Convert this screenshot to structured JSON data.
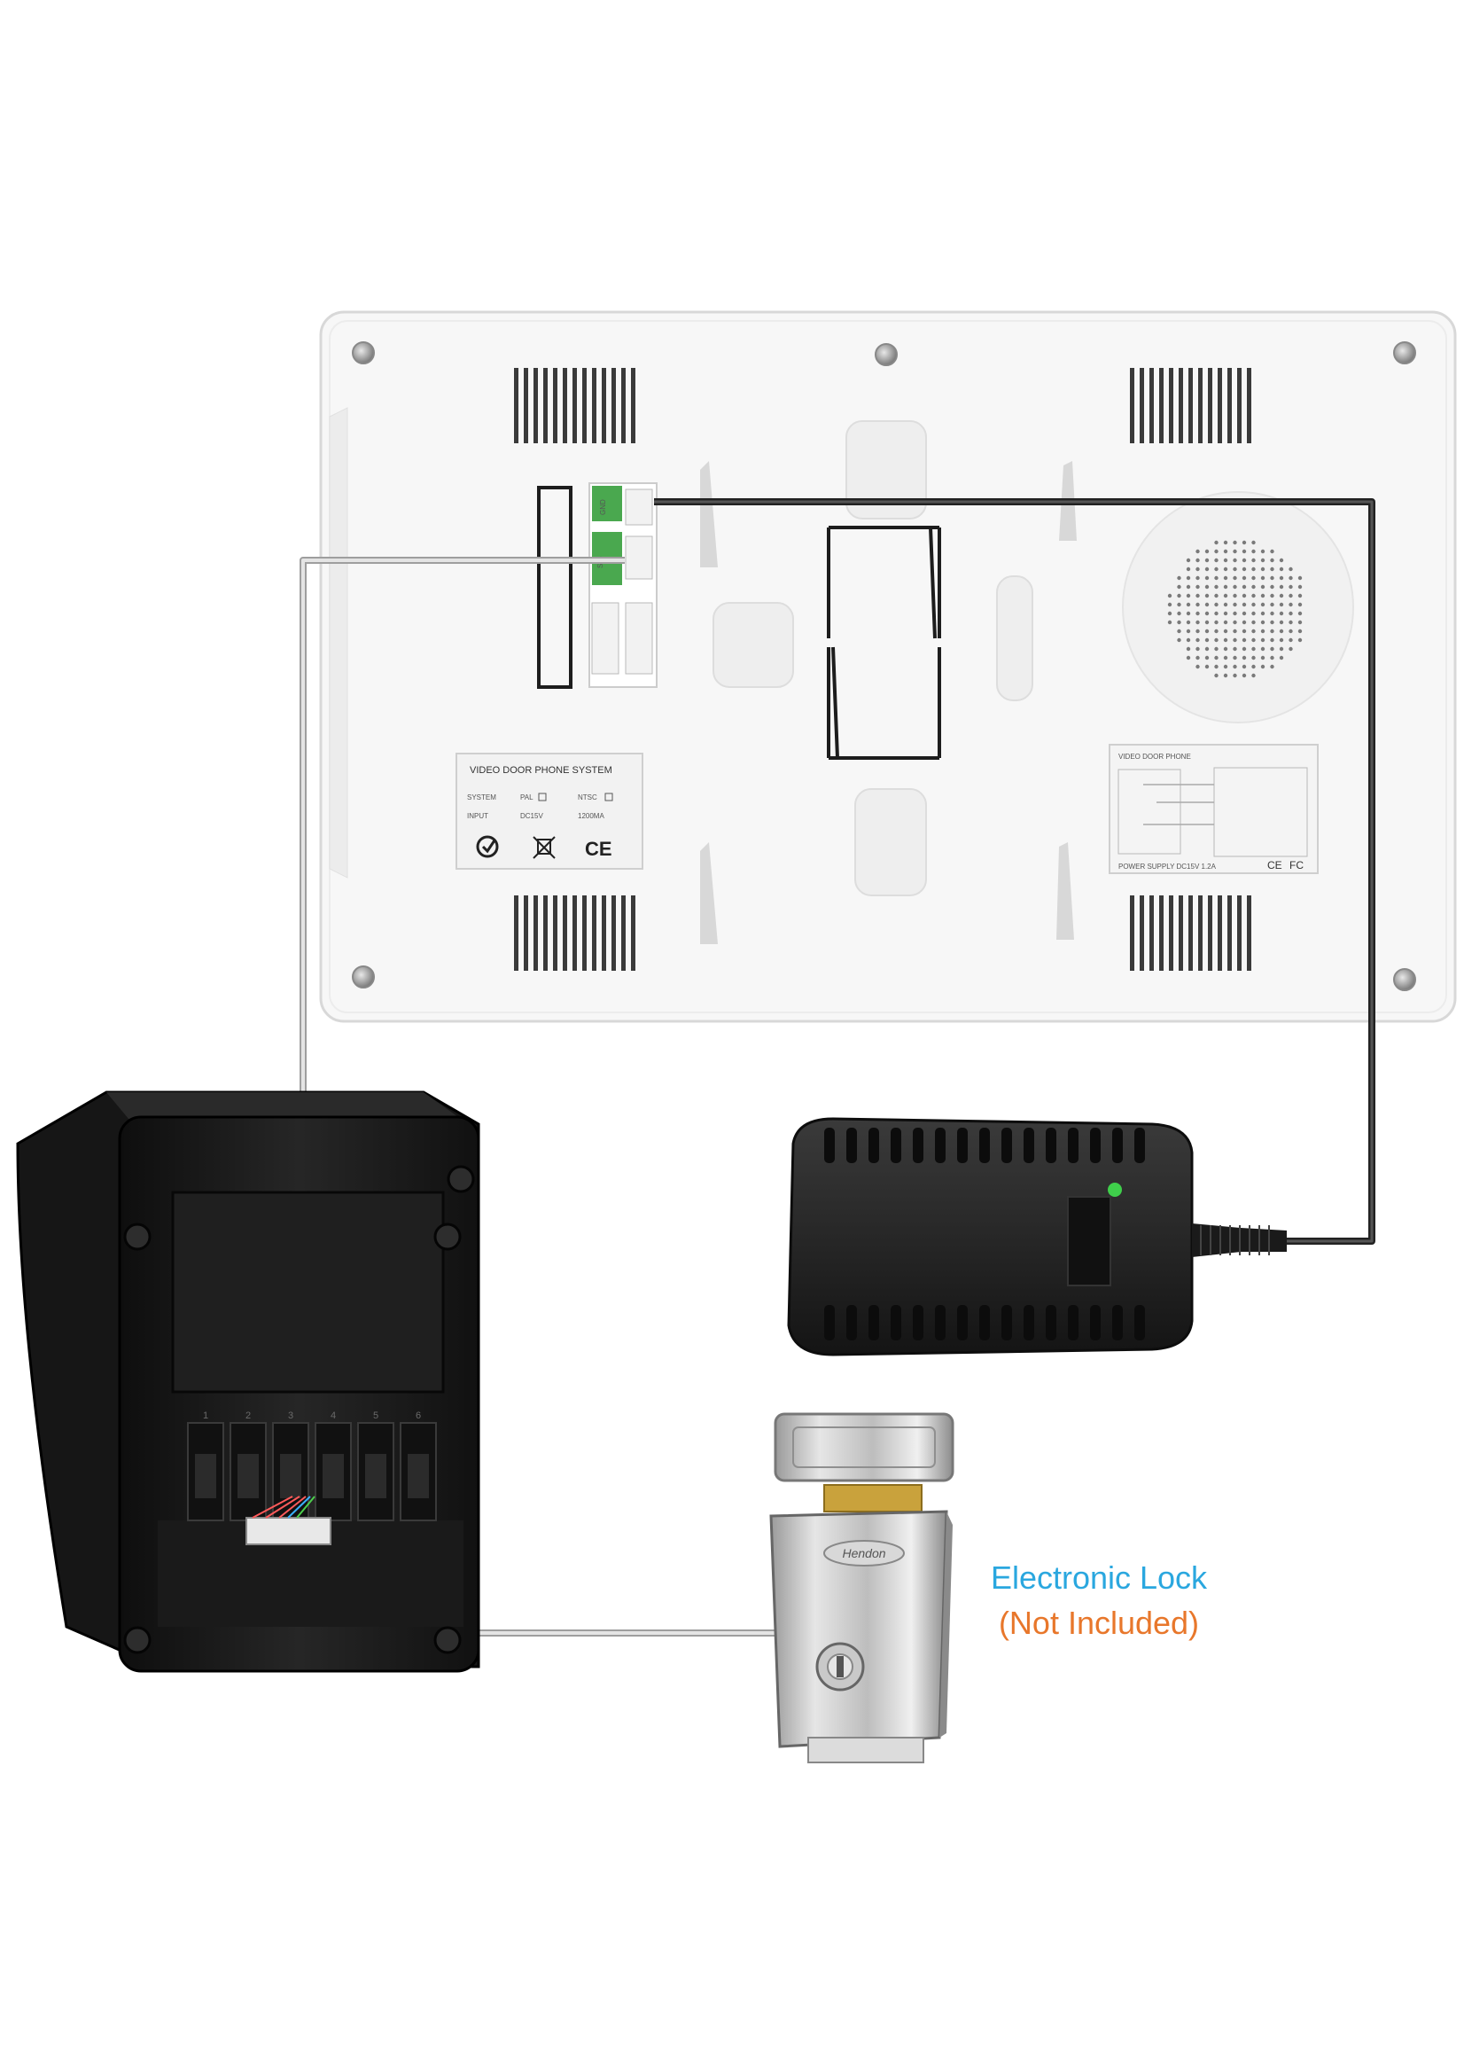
{
  "monitor": {
    "sticker_left": {
      "title": "VIDEO DOOR PHONE SYSTEM",
      "row1": [
        "SYSTEM",
        "PAL",
        "NTSC"
      ],
      "row2": [
        "INPUT",
        "DC15V",
        "1200MA"
      ],
      "ce": "CE"
    },
    "sticker_right": {
      "title": "VIDEO DOOR PHONE",
      "footer": "POWER SUPPLY DC15V 1.2A",
      "ce": "CE",
      "fc": "FC"
    },
    "port_labels": [
      "GND",
      "SIG"
    ]
  },
  "outdoor_unit": {
    "terminal_numbers": [
      "1",
      "2",
      "3",
      "4",
      "5",
      "6"
    ]
  },
  "lock": {
    "brand": "Hendon",
    "label_line1": "Electronic Lock",
    "label_line2": "(Not Included)"
  },
  "colors": {
    "label_line1": "#2aa7df",
    "label_line2": "#e8772b",
    "wire_power": "#1a1a1a",
    "wire_signal": "#c8c8c8",
    "status_led": "#3fcf4b"
  }
}
